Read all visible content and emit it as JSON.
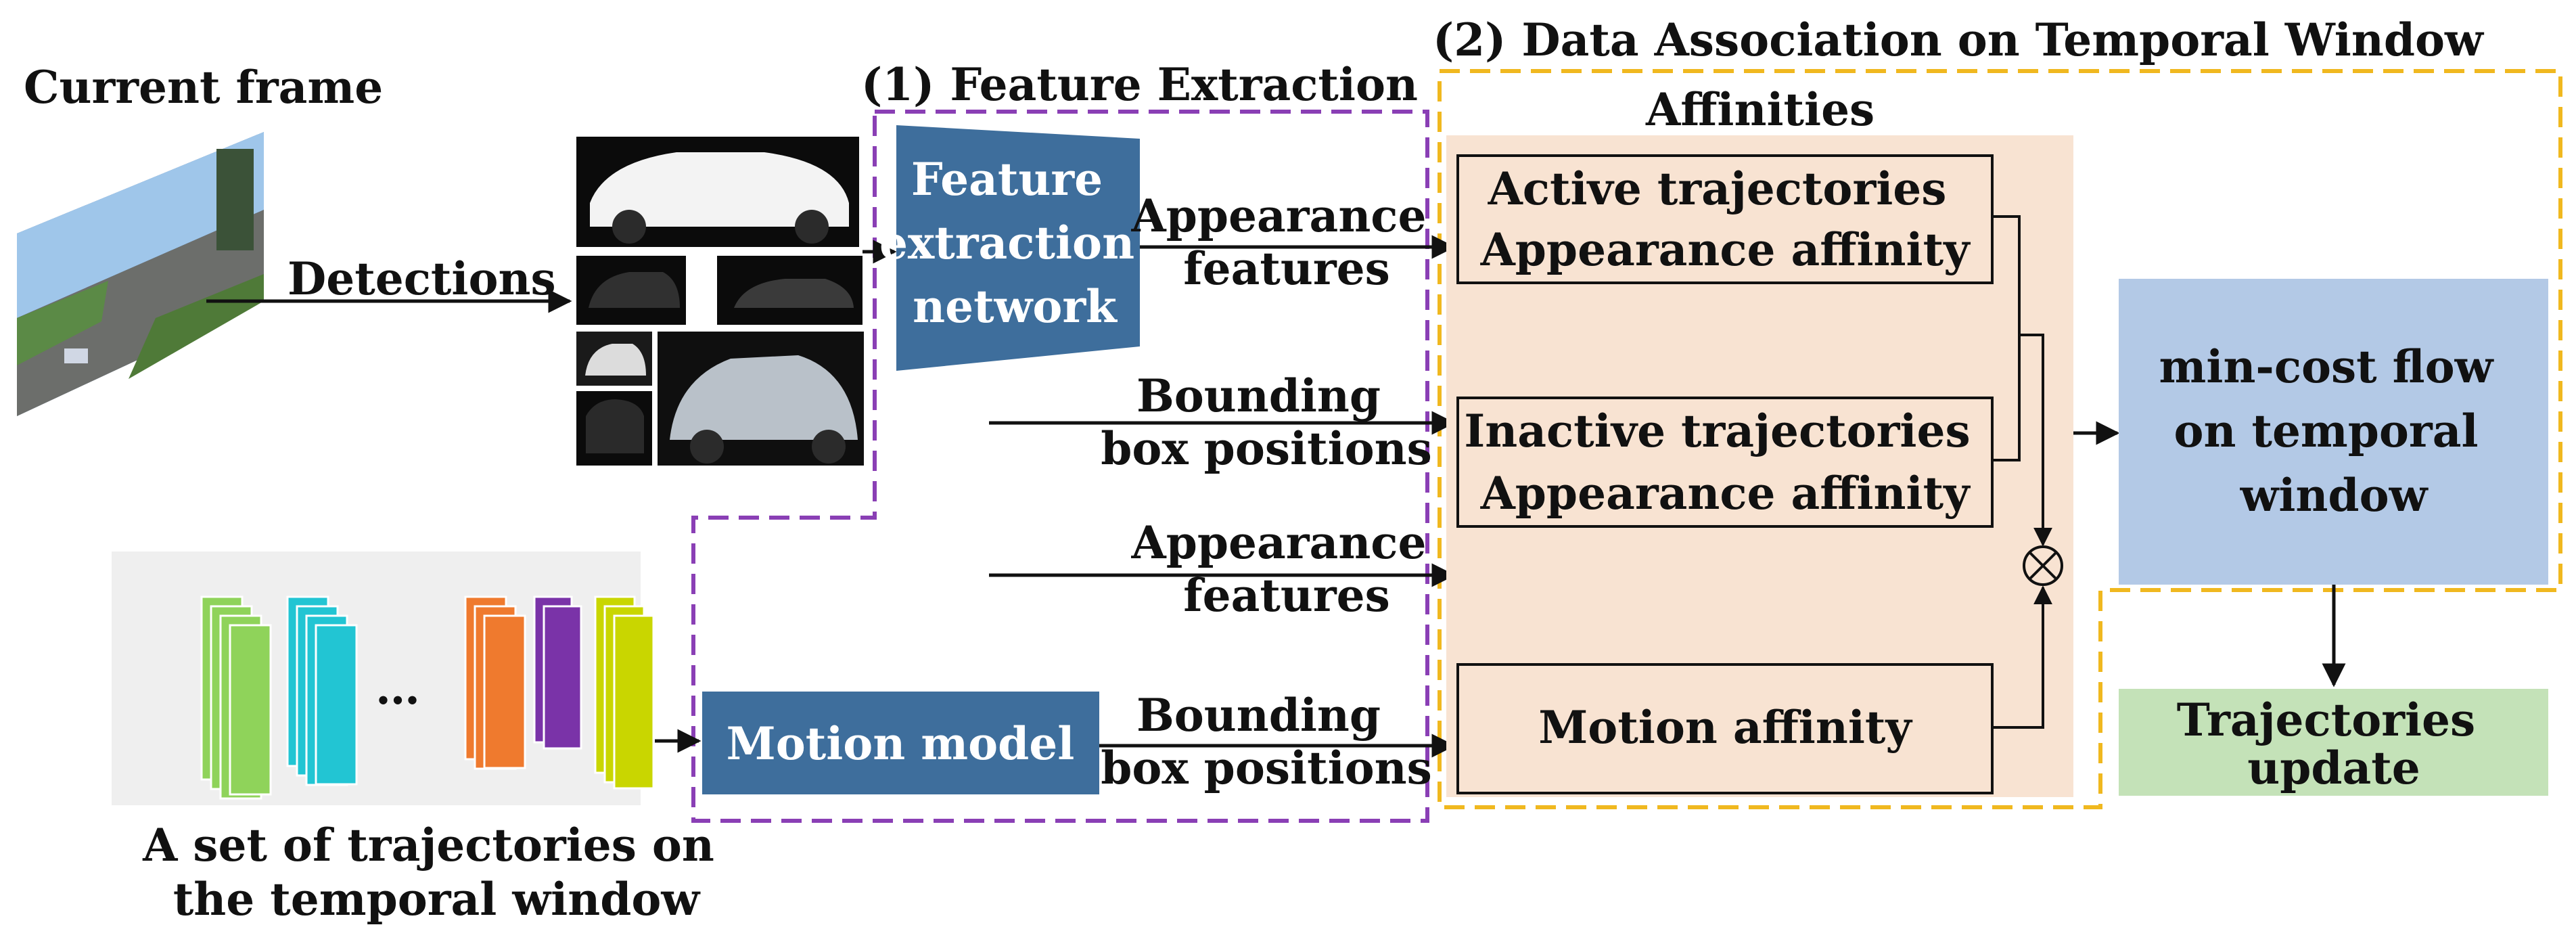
{
  "colors": {
    "purple_dash": "#8a3fb5",
    "yellow_dash": "#f0b81f",
    "affinity_bg": "#f8e3d2",
    "blue_box": "#3e6e9c",
    "mincost_bg": "#b3c9e6",
    "update_bg": "#c4e2b8",
    "traj_bg": "#efefef",
    "traj_green": "#8fd35a",
    "traj_cyan": "#22c5d3",
    "traj_orange": "#ef7a2e",
    "traj_purple": "#7a33a8",
    "traj_yellow": "#c9d600"
  },
  "labels": {
    "current_frame": "Current frame",
    "detections": "Detections",
    "section1": "(1) Feature Extraction",
    "section2": "(2) Data Association on Temporal Window",
    "affinities": "Affinities",
    "feature_net": [
      "Feature",
      "extraction",
      "network"
    ],
    "appearance_features_1": [
      "Appearance",
      "features"
    ],
    "bbox_positions_1": [
      "Bounding",
      "box positions"
    ],
    "appearance_features_2": [
      "Appearance",
      "features"
    ],
    "bbox_positions_2": [
      "Bounding",
      "box positions"
    ],
    "active_affinity": [
      "Active trajectories",
      "Appearance affinity"
    ],
    "inactive_affinity": [
      "Inactive trajectories",
      "Appearance affinity"
    ],
    "motion_affinity": "Motion affinity",
    "motion_model": "Motion model",
    "min_cost_flow": [
      "min-cost flow",
      "on temporal",
      "window"
    ],
    "traj_update": [
      "Trajectories",
      "update"
    ],
    "traj_set": [
      "A set of trajectories on",
      "the temporal window"
    ],
    "ellipsis": "…",
    "combine_symbol": "⊗"
  }
}
